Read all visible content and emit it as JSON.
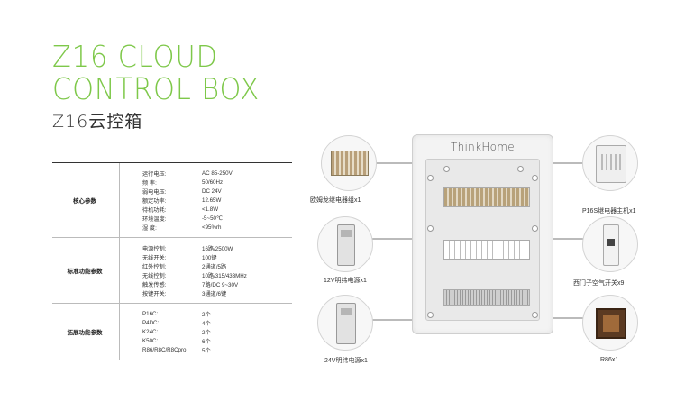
{
  "title": {
    "line1": "Z16 CLOUD",
    "line2": "CONTROL BOX",
    "cn": "Z16云控箱"
  },
  "spec": {
    "sections": [
      {
        "label": "核心参数",
        "rows": [
          {
            "k": "运行电压:",
            "v": "AC 85-250V"
          },
          {
            "k": "频    率:",
            "v": "50/60Hz"
          },
          {
            "k": "弱电电压:",
            "v": "DC 24V"
          },
          {
            "k": "额定功率:",
            "v": "12.65W"
          },
          {
            "k": "待机功耗:",
            "v": "<1.8W"
          },
          {
            "k": "环境温度:",
            "v": "-5~50℃"
          },
          {
            "k": "湿    度:",
            "v": "<95%rh"
          }
        ]
      },
      {
        "label": "标准功能参数",
        "rows": [
          {
            "k": "电源控制:",
            "v": "16路/2500W"
          },
          {
            "k": "无线开关:",
            "v": "100键"
          },
          {
            "k": "红外控制:",
            "v": "2通道/5路"
          },
          {
            "k": "无线控制:",
            "v": "10路/315/433MHz"
          },
          {
            "k": "触发传感:",
            "v": "7路/DC 9~30V"
          },
          {
            "k": "按键开关:",
            "v": "3通道/6键"
          }
        ]
      },
      {
        "label": "拓展功能参数",
        "rows": [
          {
            "k": "P16C:",
            "v": "2个"
          },
          {
            "k": "P4DC:",
            "v": "4个"
          },
          {
            "k": "K24C:",
            "v": "2个"
          },
          {
            "k": "K50C:",
            "v": "6个"
          },
          {
            "k": "R86/R8C/R8Cpro:",
            "v": "5个"
          }
        ]
      }
    ]
  },
  "diagram": {
    "brand": "ThinkHome",
    "labels": {
      "omron": "欧姆龙继电器组x1",
      "psu12": "12V明纬电源x1",
      "psu24": "24V明纬电源x1",
      "p16s": "P16S继电器主机x1",
      "breaker": "西门子空气开关x9",
      "r86": "R86x1"
    }
  }
}
